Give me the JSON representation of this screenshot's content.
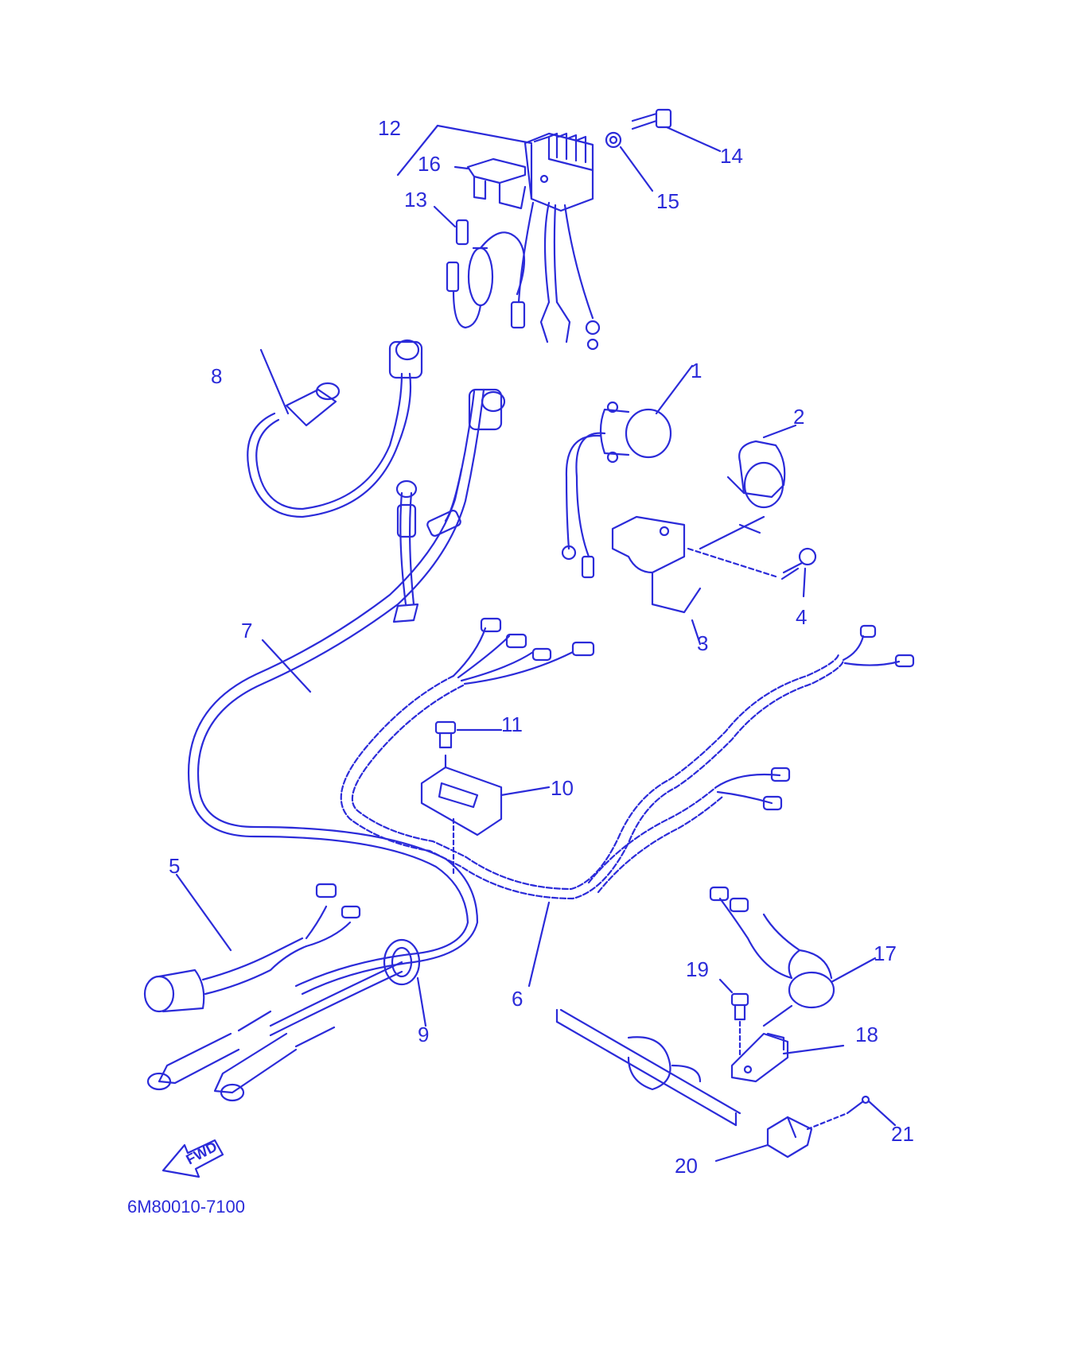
{
  "diagram": {
    "line_color": "#2b2bd9",
    "part_code": "6M80010-7100",
    "fwd_label": "FWD",
    "callouts": [
      {
        "id": "c1",
        "label": "1"
      },
      {
        "id": "c2",
        "label": "2"
      },
      {
        "id": "c3",
        "label": "3"
      },
      {
        "id": "c4",
        "label": "4"
      },
      {
        "id": "c5",
        "label": "5"
      },
      {
        "id": "c6",
        "label": "6"
      },
      {
        "id": "c7",
        "label": "7"
      },
      {
        "id": "c8",
        "label": "8"
      },
      {
        "id": "c9",
        "label": "9"
      },
      {
        "id": "c10",
        "label": "10"
      },
      {
        "id": "c11",
        "label": "11"
      },
      {
        "id": "c12",
        "label": "12"
      },
      {
        "id": "c13",
        "label": "13"
      },
      {
        "id": "c14",
        "label": "14"
      },
      {
        "id": "c15",
        "label": "15"
      },
      {
        "id": "c16",
        "label": "16"
      },
      {
        "id": "c17",
        "label": "17"
      },
      {
        "id": "c18",
        "label": "18"
      },
      {
        "id": "c19",
        "label": "19"
      },
      {
        "id": "c20",
        "label": "20"
      },
      {
        "id": "c21",
        "label": "21"
      }
    ]
  }
}
